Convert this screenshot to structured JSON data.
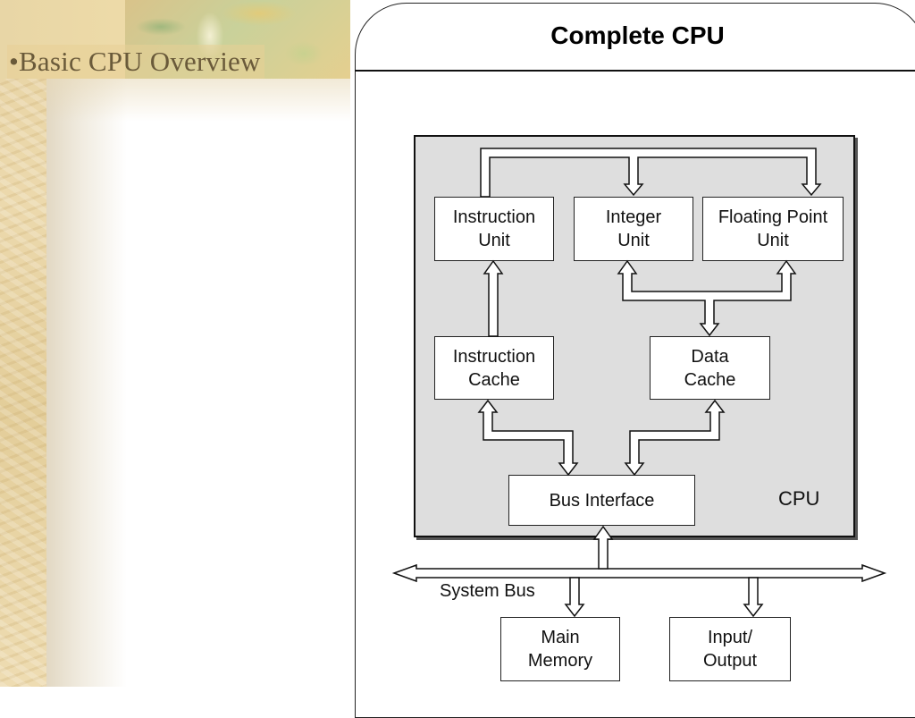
{
  "slide": {
    "title": "•Basic CPU Overview"
  },
  "diagram": {
    "title": "Complete CPU",
    "cpu_label": "CPU",
    "system_bus_label": "System Bus",
    "units": {
      "instruction_unit": "Instruction\nUnit",
      "integer_unit": "Integer\nUnit",
      "floating_point_unit": "Floating Point\nUnit",
      "instruction_cache": "Instruction\nCache",
      "data_cache": "Data\nCache",
      "bus_interface": "Bus Interface",
      "main_memory": "Main\nMemory",
      "input_output": "Input/\nOutput"
    }
  },
  "colors": {
    "cpu_box_fill": "#dedede",
    "unit_fill": "#ffffff",
    "stroke": "#111111"
  }
}
